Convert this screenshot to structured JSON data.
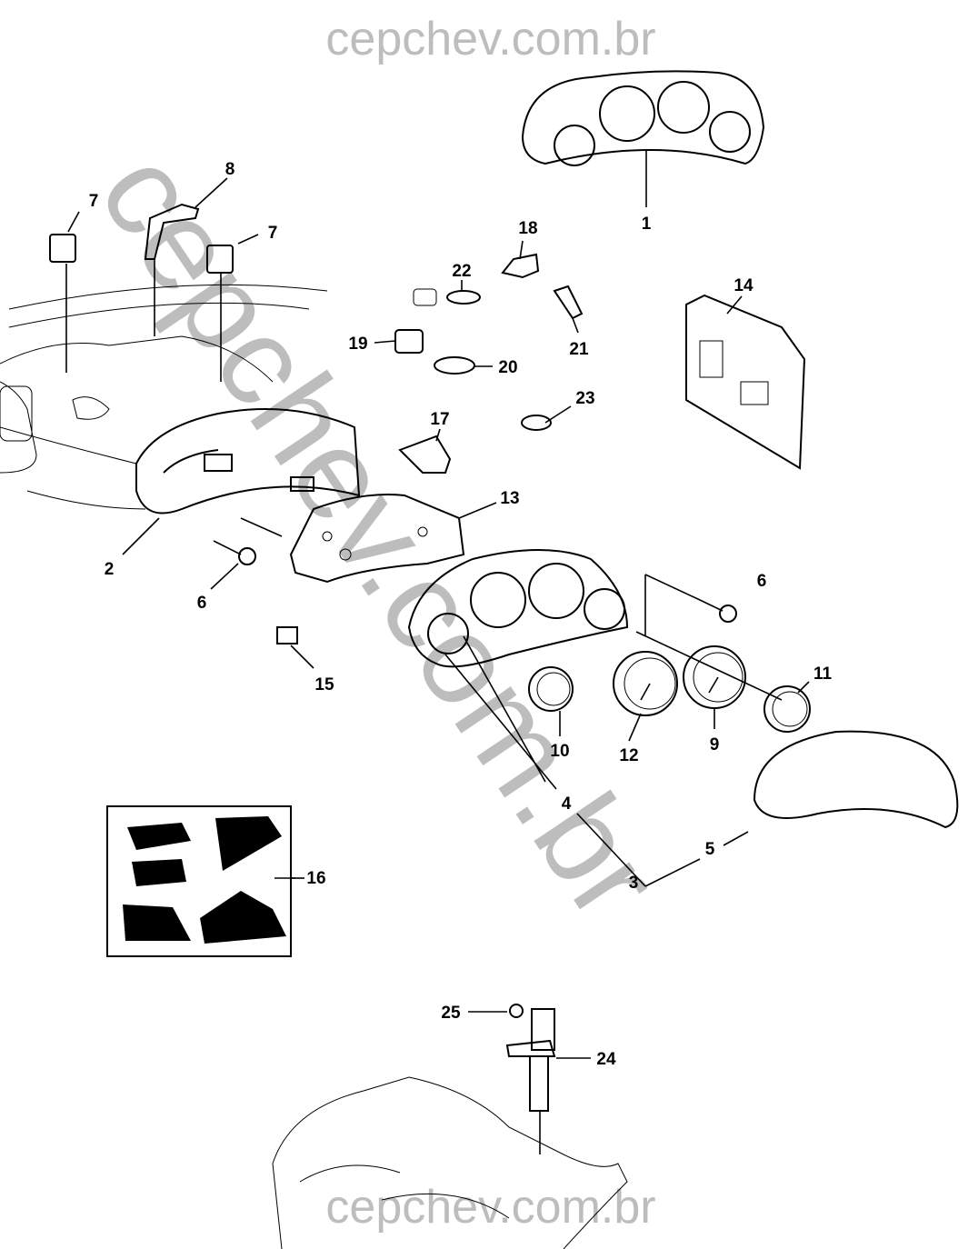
{
  "watermarks": {
    "top": "cepchev.com.br",
    "diagonal": "cepchev.com.br",
    "bottom": "cepchev.com.br"
  },
  "callouts": {
    "c1": "1",
    "c2": "2",
    "c3": "3",
    "c4": "4",
    "c5": "5",
    "c6a": "6",
    "c6b": "6",
    "c7a": "7",
    "c7b": "7",
    "c8": "8",
    "c9": "9",
    "c10": "10",
    "c11": "11",
    "c12": "12",
    "c13": "13",
    "c14": "14",
    "c15": "15",
    "c16": "16",
    "c17": "17",
    "c18": "18",
    "c19": "19",
    "c20": "20",
    "c21": "21",
    "c22": "22",
    "c23": "23",
    "c24": "24",
    "c25": "25"
  }
}
